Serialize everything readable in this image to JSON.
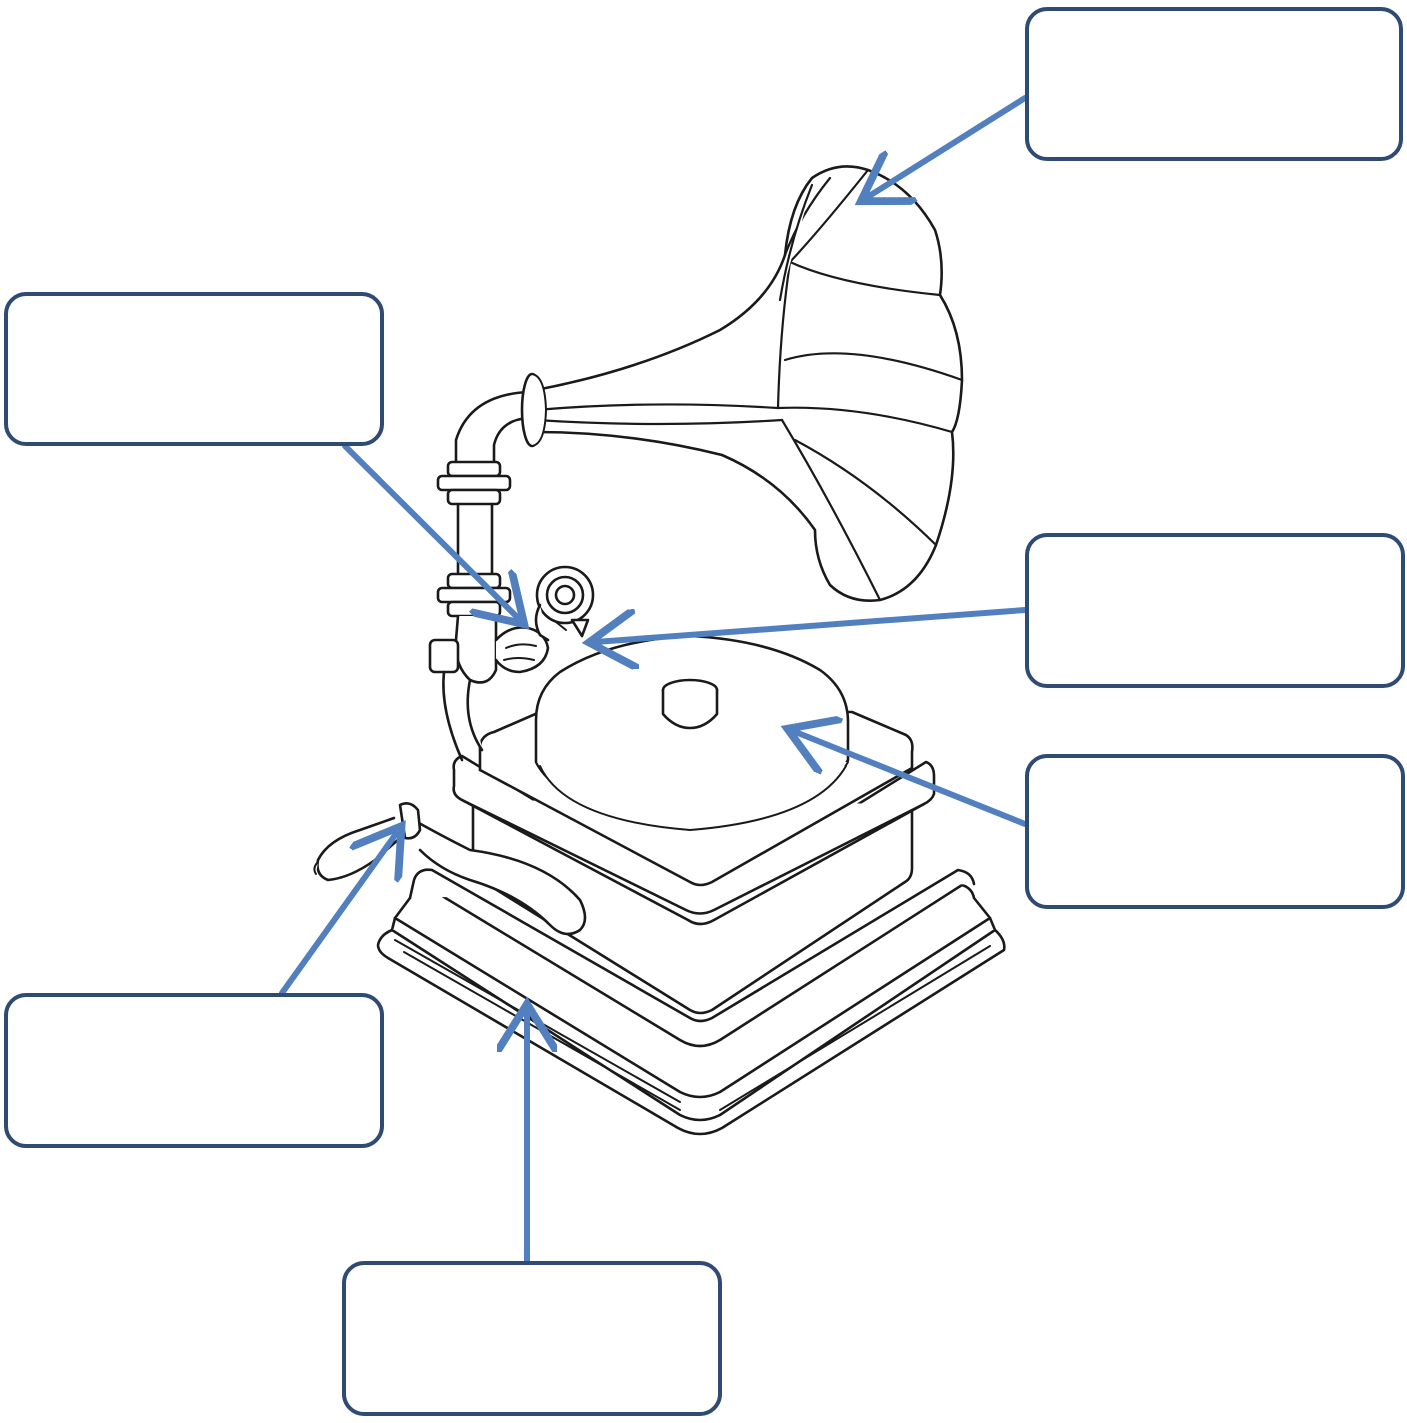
{
  "diagram": {
    "subject": "gramophone",
    "parts": [
      "horn",
      "tone-arm",
      "needle",
      "turntable",
      "crank",
      "base"
    ],
    "labels": {
      "horn": "",
      "tone_arm": "",
      "needle": "",
      "turntable": "",
      "crank": "",
      "base": ""
    }
  },
  "colors": {
    "arrow": "#5280bf",
    "box_border": "#2f4a73",
    "line_art": "#1a1a1a",
    "background": "#ffffff"
  }
}
